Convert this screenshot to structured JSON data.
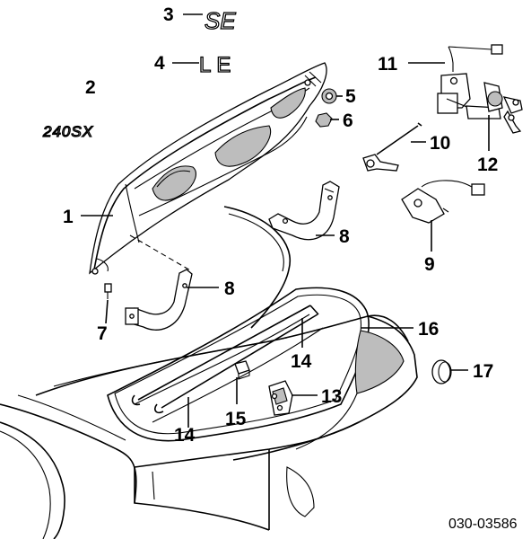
{
  "diagram": {
    "callouts": {
      "c1": "1",
      "c2": "2",
      "c3": "3",
      "c4": "4",
      "c5": "5",
      "c6": "6",
      "c7": "7",
      "c8a": "8",
      "c8b": "8",
      "c9": "9",
      "c10": "10",
      "c11": "11",
      "c12": "12",
      "c13": "13",
      "c14a": "14",
      "c14b": "14",
      "c15": "15",
      "c16": "16",
      "c17": "17"
    },
    "emblems": {
      "model": "240SX",
      "grade_se": "SE",
      "grade_le": "LE"
    },
    "figure_code": "030-03586"
  }
}
